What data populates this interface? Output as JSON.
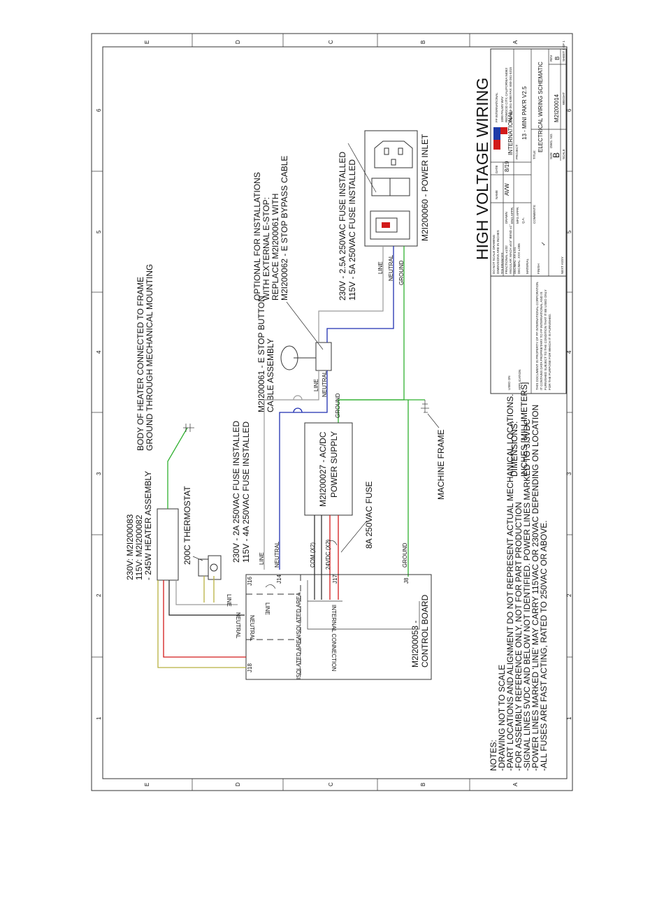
{
  "title": "HIGH VOLTAGE WIRING",
  "notes": {
    "heading": "NOTES:",
    "lines": [
      "-DRAWING NOT TO SCALE",
      "-PART LOCATIONS AND ALIGNMENT DO NOT REPRESENT ACTUAL MECHANICAL LOCATIONS.",
      "-FOR ASSEMBLY REFERENCE ONLY, NOT FOR PART PRODUCTION",
      "-SIGNAL LINES 5VDC AND BELOW NOT IDENTIFIED. POWER LINES MARKED TO 3.3VDC",
      "-POWER LINES MARKED 'LINE' MAY CARRY 115VAC OR 230VAC DEPENDING ON LOCATION",
      "-ALL FUSES ARE FAST ACTING, RATED TO 250VAC OR ABOVE."
    ]
  },
  "dimensions": {
    "line1": "DIMENSIONS:",
    "line2": "INCHES [MILLIMETERS]"
  },
  "heater": {
    "line1": "230V:  M2I200083",
    "line2": "115V:  M2I200082",
    "line3": "- 245W HEATER ASSEMBLY"
  },
  "heater_ground_note": {
    "line1": "BODY OF HEATER CONNECTED TO FRAME",
    "line2": "GROUND THROUGH MECHANICAL MOUNTING"
  },
  "thermostat": "200C THERMOSTAT",
  "board_fuse": {
    "line1": "230V - 2A 250VAC FUSE INSTALLED",
    "line2": "115V - 4A 250VAC FUSE INSTALLED"
  },
  "estop": {
    "line1": "M2I200061 - E STOP BUTTON",
    "line2": "CABLE ASSEMBLY"
  },
  "optional_note": {
    "line1": "OPTIONAL FOR INSTALLATIONS",
    "line2": "WITH EXTERNAL E-STOP:",
    "line3": "REPLACE M2I200061 WITH",
    "line4": "M2I200062 - E STOP BYPASS CABLE"
  },
  "inlet_fuse": {
    "line1": "230V - 2.5A 250VAC FUSE INSTALLED",
    "line2": "115V - 5A 250VAC FUSE INSTALLED"
  },
  "power_inlet": "M2I200060 - POWER INLET",
  "power_supply": {
    "line1": "M2I200027 - AC/DC",
    "line2": "POWER SUPPLY"
  },
  "fuse_8a": "8A 250VAC FUSE",
  "machine_frame": "MACHINE FRAME",
  "control_board": {
    "line1": "M2I200053 -",
    "line2": "CONTROL BOARD"
  },
  "board_labels": {
    "isolated_area": "ISOLATED AREA",
    "internal_connection": "INTERNAL CONNECTION",
    "neutral": "NEUTRAL",
    "line": "LINE"
  },
  "wire_labels": {
    "line": "LINE",
    "neutral": "NEUTRAL",
    "ground": "GROUND",
    "com": "COM (X2)",
    "v24": "24VDC (X2)"
  },
  "connectors": {
    "j16": "J16",
    "j14": "J14",
    "j17": "J17",
    "j18": "J18",
    "j8": "J8"
  },
  "border": {
    "zone_letters": [
      "E",
      "D",
      "C",
      "B",
      "A"
    ],
    "zone_numbers": [
      "6",
      "5",
      "4",
      "3",
      "2",
      "1"
    ]
  },
  "title_block": {
    "company": "FP INTERNATIONAL",
    "brand": "FP",
    "brand_sub": "INTERNATIONAL",
    "address1": "1090 PALMS WAY",
    "address2": "REDWOOD CITY, CALIFORNIA 94063",
    "phone": "TEL: 650-261-5300 FAX: 650-261-5315",
    "project_label": "PROJECT:",
    "project": "13 - MINI PAK'R V2.5",
    "title_label": "TITLE:",
    "drawing_title": "ELECTRICAL WIRING SCHEMATIC",
    "size_label": "SIZE",
    "size": "B",
    "dwg_no_label": "DWG. NO.",
    "dwg_no": "M2I200014",
    "rev_label": "REV",
    "rev": "B",
    "scale_label": "SCALE",
    "weight_label": "WEIGHT",
    "sheet_label": "SHEET 1 OF 1",
    "drawn_label": "DRAWN",
    "drawn_name": "AVW",
    "drawn_date": "8/19",
    "name_label": "NAME",
    "date_label": "DATE",
    "eng_appr": "ENG APPR.",
    "mfg_appr": "MFG APPR.",
    "qa": "Q.A.",
    "comments": "COMMENTS:",
    "material": "MATERIAL",
    "finish": "FINISH",
    "next_assy": "NEXT ASSY",
    "used_on": "USED ON",
    "application": "APPLICATION",
    "do_not_scale": "DO NOT SCALE DRAWING",
    "tolerances": [
      "DIMENSIONS ARE IN INCHES",
      "TOLERANCES:",
      "FRACTIONAL ±1/32",
      "ANGULAR: MACH ±0.5° BEND ±1°",
      "DECIMAL .XX ±.01",
      "DECIMAL .XXX ±.005"
    ],
    "proprietary": [
      "THIS DOCUMENT IS PROPERTY OF FP INTERNATIONAL CORPORATION.",
      "IT CONTAINS DATA PROPRIETARY TO FP INTERNATIONAL AND IS",
      "FURNISHED SUBJECT TO THE CONDITION THAT IT BE USED ONLY",
      "FOR THE PURPOSE FOR WHICH IT IS FURNISHED."
    ]
  }
}
